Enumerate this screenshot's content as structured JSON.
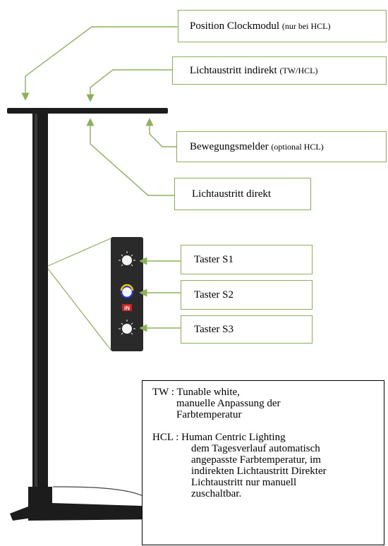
{
  "labels": {
    "clock": {
      "main": "Position Clockmodul",
      "note": "(nur bei HCL)"
    },
    "indirect": {
      "main": "Lichtaustritt indirekt",
      "note": "(TW/HCL)"
    },
    "motion": {
      "main": "Bewegungsmelder",
      "note": "(optional HCL)"
    },
    "direct": {
      "main": "Lichtaustritt direkt"
    },
    "s1": "Taster S1",
    "s2": "Taster S2",
    "s3": "Taster S3"
  },
  "panel": {
    "logo": "iN"
  },
  "legend": {
    "tw_line1": "TW : Tunable white,",
    "tw_line2": "manuelle Anpassung der",
    "tw_line3": "Farbtemperatur",
    "hcl_line1": "HCL : Human Centric Lighting",
    "hcl_line2": "dem Tagesverlauf automatisch",
    "hcl_line3": "angepasste  Farbtemperatur, im",
    "hcl_line4": "indirekten Lichtaustritt  Direkter",
    "hcl_line5": "Lichtaustritt nur manuell",
    "hcl_line6": "zuschaltbar."
  },
  "colors": {
    "connector": "#8db05a",
    "lamp": "#1c1c1c"
  }
}
